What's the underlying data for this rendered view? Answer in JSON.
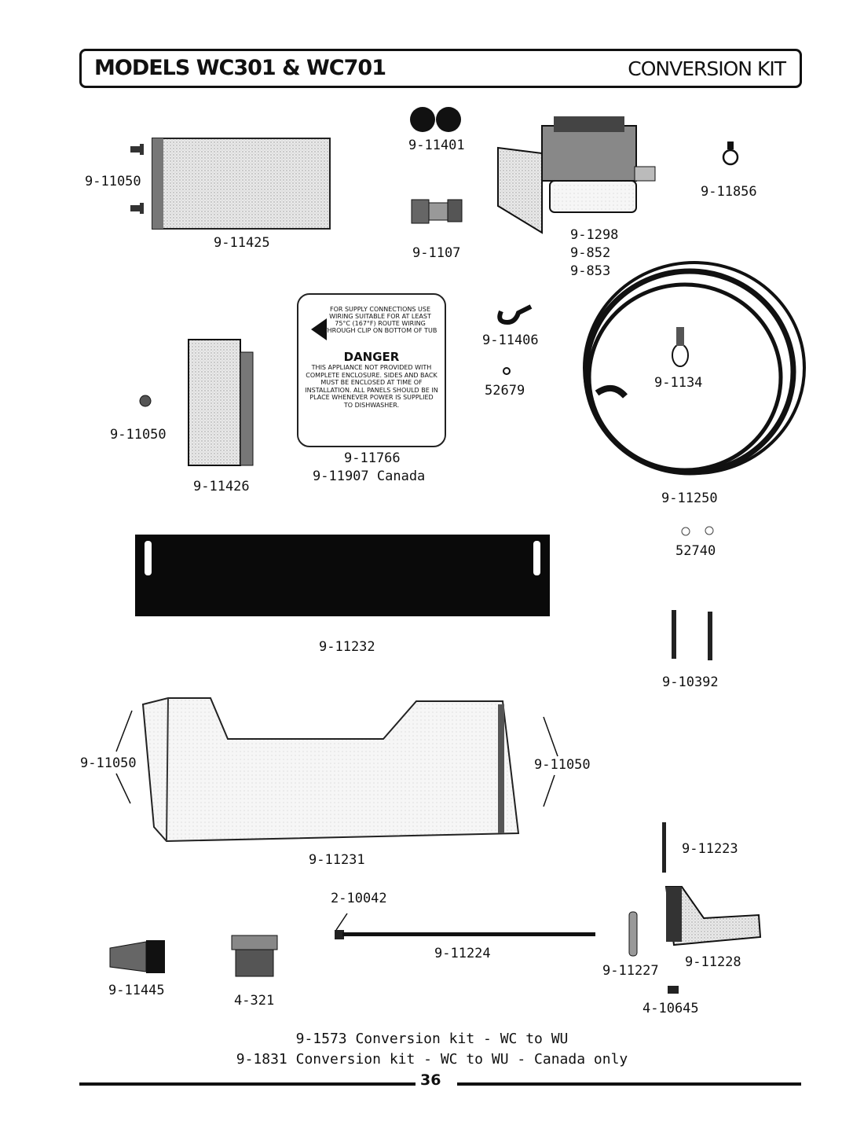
{
  "header": {
    "left": "MODELS WC301 & WC701",
    "right": "CONVERSION KIT"
  },
  "parts": [
    {
      "id": "p_11050a",
      "label": "9-11050"
    },
    {
      "id": "p_11425",
      "label": "9-11425"
    },
    {
      "id": "p_11401",
      "label": "9-11401"
    },
    {
      "id": "p_1107",
      "label": "9-1107"
    },
    {
      "id": "p_1298",
      "label": "9-1298"
    },
    {
      "id": "p_852",
      "label": "9-852"
    },
    {
      "id": "p_853",
      "label": "9-853"
    },
    {
      "id": "p_11856",
      "label": "9-11856"
    },
    {
      "id": "p_11406",
      "label": "9-11406"
    },
    {
      "id": "p_52679",
      "label": "52679"
    },
    {
      "id": "p_1134",
      "label": "9-1134"
    },
    {
      "id": "p_11050b",
      "label": "9-11050"
    },
    {
      "id": "p_11426",
      "label": "9-11426"
    },
    {
      "id": "p_11766",
      "label": "9-11766"
    },
    {
      "id": "p_11907",
      "label": "9-11907 Canada"
    },
    {
      "id": "p_11250",
      "label": "9-11250"
    },
    {
      "id": "p_52740",
      "label": "52740"
    },
    {
      "id": "p_11232",
      "label": "9-11232"
    },
    {
      "id": "p_10392",
      "label": "9-10392"
    },
    {
      "id": "p_11050c",
      "label": "9-11050"
    },
    {
      "id": "p_11050d",
      "label": "9-11050"
    },
    {
      "id": "p_11231",
      "label": "9-11231"
    },
    {
      "id": "p_11223",
      "label": "9-11223"
    },
    {
      "id": "p_10042",
      "label": "2-10042"
    },
    {
      "id": "p_11224",
      "label": "9-11224"
    },
    {
      "id": "p_11227",
      "label": "9-11227"
    },
    {
      "id": "p_11228",
      "label": "9-11228"
    },
    {
      "id": "p_11445",
      "label": "9-11445"
    },
    {
      "id": "p_321",
      "label": "4-321"
    },
    {
      "id": "p_10645",
      "label": "4-10645"
    }
  ],
  "warning_label": {
    "supply_text": "FOR SUPPLY CONNECTIONS USE WIRING SUITABLE FOR AT LEAST 75°C (167°F) ROUTE WIRING THROUGH CLIP ON BOTTOM OF TUB",
    "danger": "DANGER",
    "warning_text": "THIS APPLIANCE NOT PROVIDED WITH COMPLETE ENCLOSURE. SIDES AND BACK MUST BE ENCLOSED AT TIME OF INSTALLATION. ALL PANELS SHOULD BE IN PLACE WHENEVER POWER IS SUPPLIED TO DISHWASHER."
  },
  "footer": {
    "line1": "9-1573 Conversion kit - WC to WU",
    "line2": "9-1831 Conversion kit - WC to WU - Canada only",
    "page_number": "36"
  }
}
